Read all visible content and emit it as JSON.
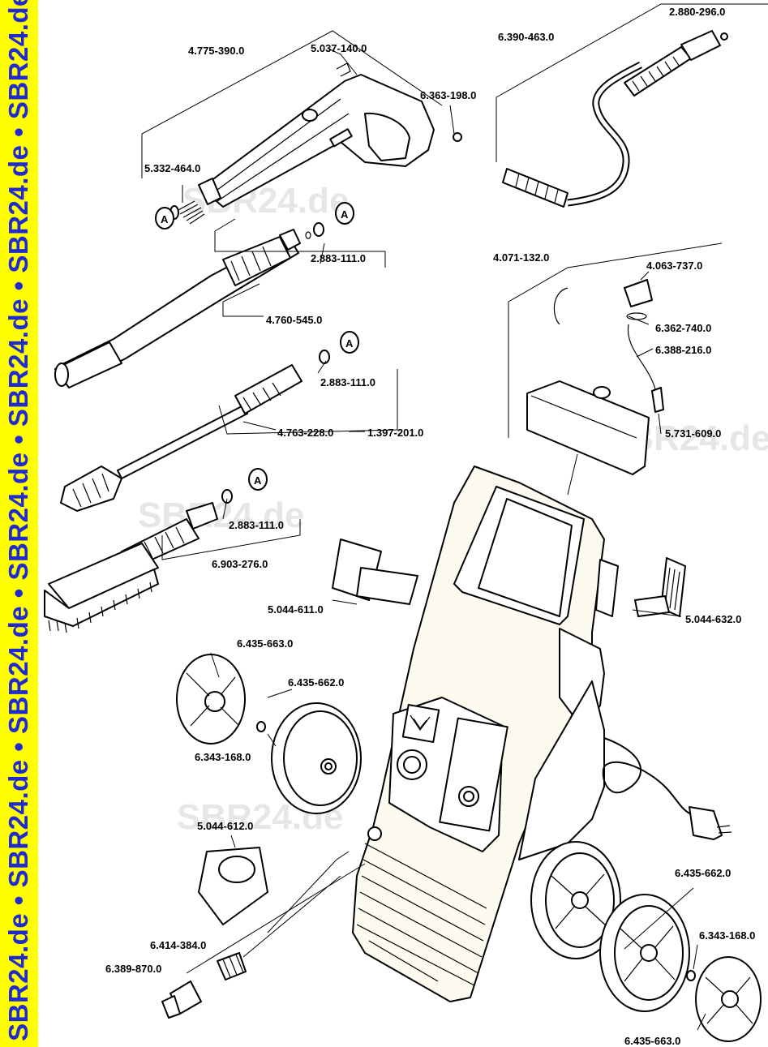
{
  "sidebar": {
    "text": "de • SBR24.de • SBR24.de • SBR24.de • SBR24.de • SBR24.de • SBR24.de • SBR24.de • S",
    "color": "#1f2bd0",
    "background": "#ffff00"
  },
  "watermark": "SBR24.de",
  "markers": {
    "a": "A"
  },
  "labels": {
    "p_2_880_296_0": "2.880-296.0",
    "p_4_775_390_0": "4.775-390.0",
    "p_5_037_140_0": "5.037-140.0",
    "p_6_390_463_0": "6.390-463.0",
    "p_6_363_198_0": "6.363-198.0",
    "p_5_332_464_0": "5.332-464.0",
    "p_2_883_111_0_a": "2.883-111.0",
    "p_4_760_545_0": "4.760-545.0",
    "p_4_071_132_0": "4.071-132.0",
    "p_4_063_737_0": "4.063-737.0",
    "p_6_362_740_0": "6.362-740.0",
    "p_6_388_216_0": "6.388-216.0",
    "p_2_883_111_0_b": "2.883-111.0",
    "p_4_763_228_0": "4.763-228.0",
    "p_1_397_201_0": "1.397-201.0",
    "p_5_731_609_0": "5.731-609.0",
    "p_2_883_111_0_c": "2.883-111.0",
    "p_6_903_276_0": "6.903-276.0",
    "p_5_044_611_0": "5.044-611.0",
    "p_5_044_632_0": "5.044-632.0",
    "p_6_435_663_0_a": "6.435-663.0",
    "p_6_435_662_0_a": "6.435-662.0",
    "p_6_343_168_0_a": "6.343-168.0",
    "p_5_044_612_0": "5.044-612.0",
    "p_6_435_662_0_b": "6.435-662.0",
    "p_6_343_168_0_b": "6.343-168.0",
    "p_6_414_384_0": "6.414-384.0",
    "p_6_389_870_0": "6.389-870.0",
    "p_6_435_663_0_b": "6.435-663.0"
  }
}
